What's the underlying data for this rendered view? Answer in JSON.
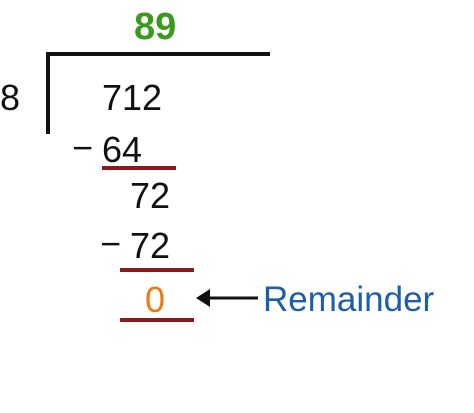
{
  "division": {
    "quotient": "89",
    "divisor": "8",
    "dividend": "712",
    "step1_subtract": "64",
    "step1_difference": "72",
    "step2_subtract": "72",
    "minus_sign": "−",
    "remainder_value": "0",
    "remainder_label": "Remainder"
  },
  "colors": {
    "quotient": "#3a9a1c",
    "text": "#111111",
    "remainder_value": "#ee7a14",
    "remainder_label": "#1c5ea8",
    "underline": "#8b1a1a",
    "bracket": "#111111",
    "arrow": "#111111"
  }
}
